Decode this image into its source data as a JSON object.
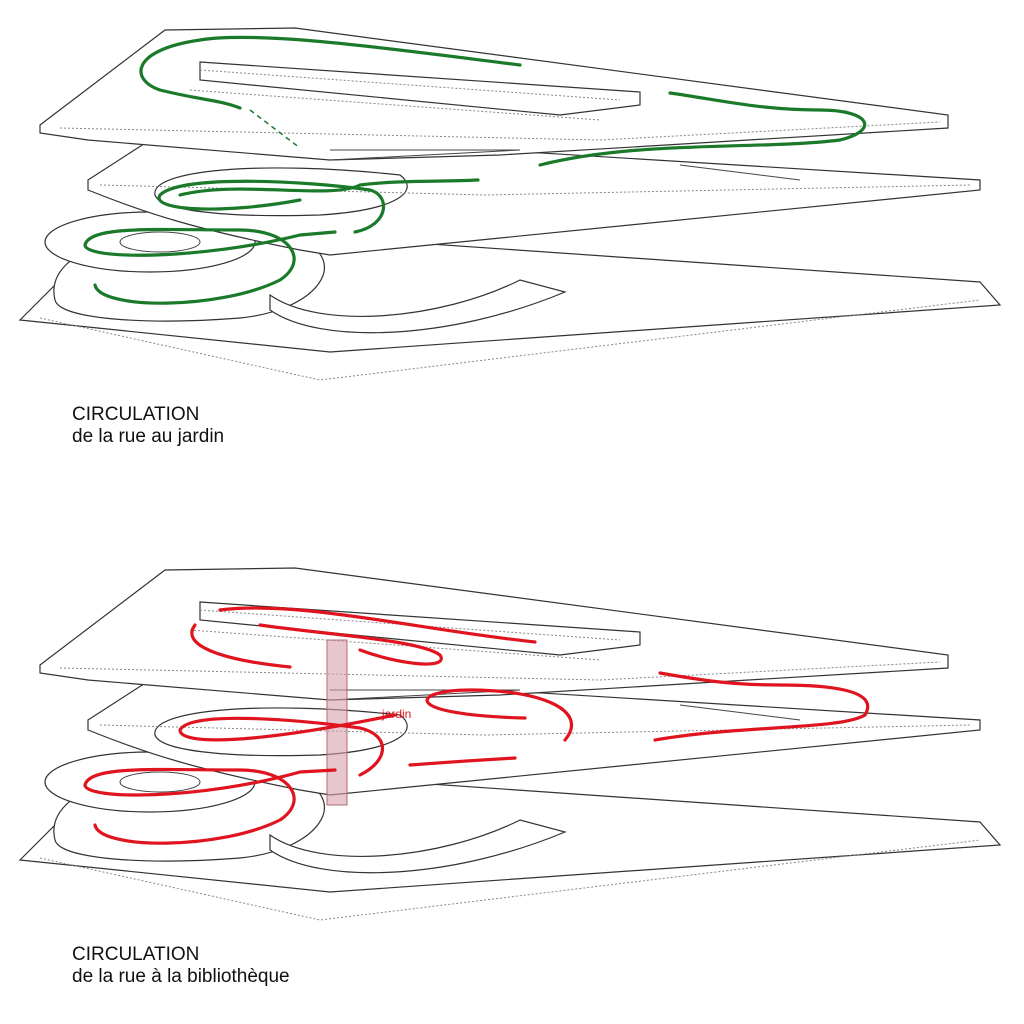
{
  "diagrams": [
    {
      "title": "CIRCULATION",
      "subtitle": "de la rue au jardin",
      "flow_color": "#1a7a2a"
    },
    {
      "title": "CIRCULATION",
      "subtitle": "de la rue à la bibliothèque",
      "flow_color": "#e0141e",
      "label": "jardin",
      "core_color": "#d9a0ab"
    }
  ]
}
